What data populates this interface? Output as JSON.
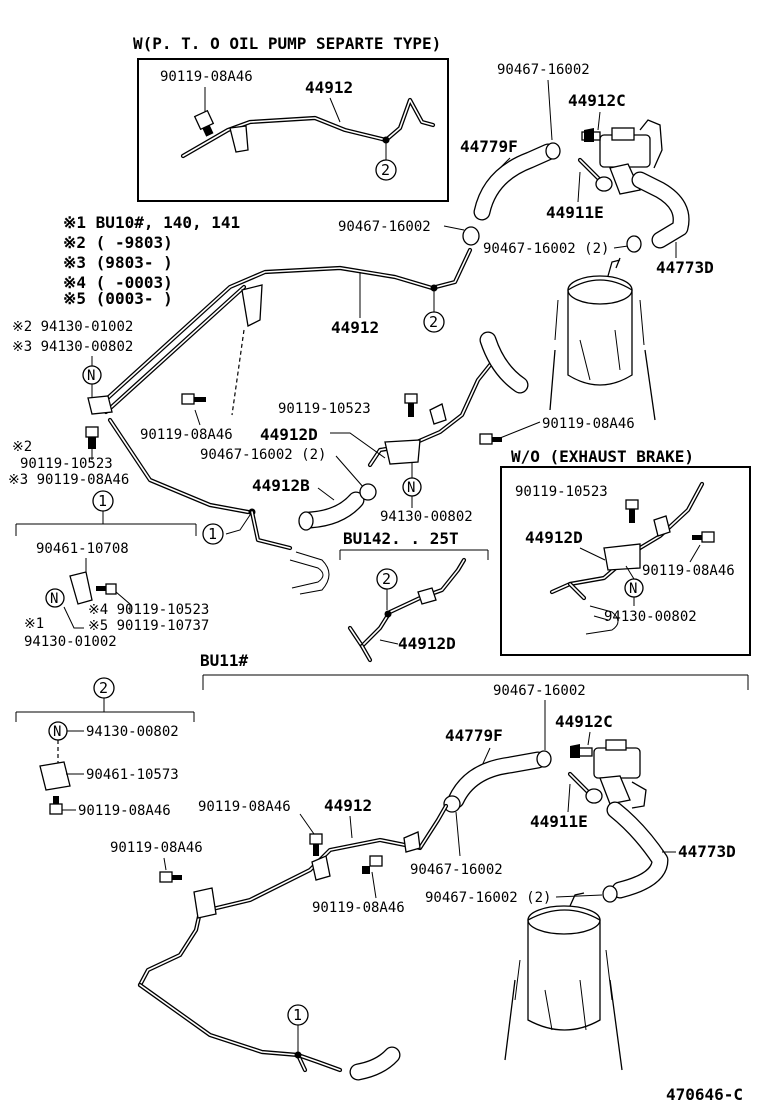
{
  "pto_box": {
    "title": "W(P. T. O OIL PUMP SEPARTE TYPE)",
    "bolt": "90119-08A46",
    "pipe": "44912",
    "ref": "2"
  },
  "variant_notes": {
    "n1": "※1 BU10#, 140, 141",
    "n2": "※2 (      -9803)",
    "n3": "※3 (9803-      )",
    "n4": "※4 (      -0003)",
    "n5": "※5 (0003-      )"
  },
  "main_upper": {
    "nut_n2": "※2 94130-01002",
    "nut_n3": "※3 94130-00802",
    "nut_symbol": "N",
    "bolt_n2_mark": "※2",
    "bolt_n2": "90119-10523",
    "bolt_n3": "※3 90119-08A46",
    "pipe_44912": "44912",
    "ref2": "2",
    "ref1": "1",
    "bolt_mid": "90119-08A46",
    "bolt_10523": "90119-10523",
    "pipe_44912D": "44912D",
    "clamp_2": "90467-16002 (2)",
    "nut_94130": "94130-00802",
    "pipe_44912B": "44912B",
    "bolt_right": "90119-08A46"
  },
  "engine_upper": {
    "clamp_top": "90467-16002",
    "pipe_44912C": "44912C",
    "hose_44779F": "44779F",
    "pipe_44911E": "44911E",
    "clamp_left": "90467-16002",
    "clamp_2": "90467-16002 (2)",
    "hose_44773D": "44773D"
  },
  "detail1": {
    "ref": "1",
    "bracket": "90461-10708",
    "nut_symbol": "N",
    "bolt_n4": "※4 90119-10523",
    "bolt_n5": "※5 90119-10737",
    "nut_mark": "※1",
    "nut": "94130-01002"
  },
  "bu142": {
    "title": "BU142. . 25T",
    "ref": "2",
    "pipe": "44912D"
  },
  "wo_box": {
    "title": "W/O (EXHAUST BRAKE)",
    "bolt_top": "90119-10523",
    "pipe": "44912D",
    "bolt_right": "90119-08A46",
    "nut_symbol": "N",
    "nut": "94130-00802"
  },
  "bu11": {
    "title": "BU11#",
    "clamp_top": "90467-16002",
    "pipe_44912C": "44912C",
    "hose_44779F": "44779F",
    "pipe_44911E": "44911E",
    "bolt_a": "90119-08A46",
    "pipe_44912": "44912",
    "bolt_b": "90119-08A46",
    "clamp_mid": "90467-16002",
    "hose_44773D": "44773D",
    "clamp_2": "90467-16002 (2)",
    "bolt_c": "90119-08A46",
    "ref1": "1"
  },
  "detail2": {
    "ref": "2",
    "nut_symbol": "N",
    "nut": "94130-00802",
    "bracket": "90461-10573",
    "bolt": "90119-08A46"
  },
  "figure_id": "470646-C"
}
